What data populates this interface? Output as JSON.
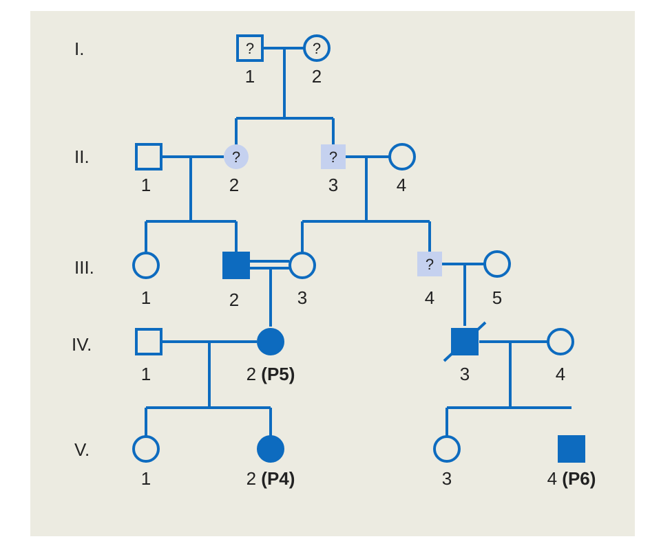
{
  "colors": {
    "line": "#0d6bbf",
    "affected": "#0d6bbf",
    "unknown_carrier": "#c5d1ef",
    "background": "#ecebe1",
    "text": "#222222"
  },
  "generations": [
    "I.",
    "II.",
    "III.",
    "IV.",
    "V."
  ],
  "individuals": {
    "I1": {
      "label": "1",
      "sex": "male",
      "status": "unknown",
      "mark": "?"
    },
    "I2": {
      "label": "2",
      "sex": "female",
      "status": "unknown",
      "mark": "?"
    },
    "II1": {
      "label": "1",
      "sex": "male",
      "status": "unaffected"
    },
    "II2": {
      "label": "2",
      "sex": "female",
      "status": "possible-carrier",
      "mark": "?"
    },
    "II3": {
      "label": "3",
      "sex": "male",
      "status": "possible-carrier",
      "mark": "?"
    },
    "II4": {
      "label": "4",
      "sex": "female",
      "status": "unaffected"
    },
    "III1": {
      "label": "1",
      "sex": "female",
      "status": "unaffected"
    },
    "III2": {
      "label": "2",
      "sex": "male",
      "status": "affected"
    },
    "III3": {
      "label": "3",
      "sex": "female",
      "status": "unaffected"
    },
    "III4": {
      "label": "4",
      "sex": "male",
      "status": "possible-carrier",
      "mark": "?"
    },
    "III5": {
      "label": "5",
      "sex": "female",
      "status": "unaffected"
    },
    "IV1": {
      "label": "1",
      "sex": "male",
      "status": "unaffected"
    },
    "IV2": {
      "label": "2",
      "patient": "(P5)",
      "sex": "female",
      "status": "affected"
    },
    "IV3": {
      "label": "3",
      "sex": "male",
      "status": "affected",
      "deceased": true
    },
    "IV4": {
      "label": "4",
      "sex": "female",
      "status": "unaffected"
    },
    "V1": {
      "label": "1",
      "sex": "female",
      "status": "unaffected"
    },
    "V2": {
      "label": "2",
      "patient": "(P4)",
      "sex": "female",
      "status": "affected"
    },
    "V3": {
      "label": "3",
      "sex": "female",
      "status": "unaffected"
    },
    "V4": {
      "label": "4",
      "patient": "(P6)",
      "sex": "male",
      "status": "affected"
    }
  }
}
